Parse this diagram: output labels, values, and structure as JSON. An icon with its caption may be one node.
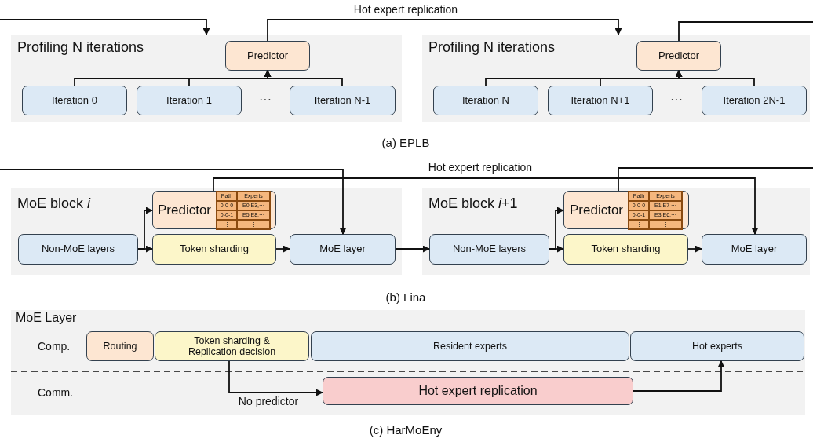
{
  "diagram": {
    "nodes": [
      {
        "text": [
          "Profiling N iterations"
        ]
      },
      {
        "text": [
          "Predictor"
        ],
        "in": 0
      },
      {
        "text": [
          "Iteration 0"
        ],
        "in": 0
      },
      {
        "text": [
          "Iteration 1"
        ],
        "in": 0
      },
      {
        "text": [
          "Iteration N-1"
        ],
        "in": 0
      },
      {
        "text": [
          "Profiling N iterations"
        ]
      },
      {
        "text": [
          "Predictor"
        ],
        "in": 5
      },
      {
        "text": [
          "Iteration N"
        ],
        "in": 5
      },
      {
        "text": [
          "Iteration N+1"
        ],
        "in": 5
      },
      {
        "text": [
          "Iteration 2N-1"
        ],
        "in": 5
      },
      {
        "text": [
          "MoE block *i*"
        ]
      },
      {
        "text": [
          "Predictor"
        ],
        "in": 10
      },
      {
        "text": [
          "Non-MoE layers"
        ],
        "in": 10
      },
      {
        "text": [
          "Token sharding"
        ],
        "in": 10
      },
      {
        "text": [
          "MoE layer"
        ],
        "in": 10
      },
      {
        "text": [
          "MoE block *i*+1"
        ]
      },
      {
        "text": [
          "Predictor"
        ],
        "in": 15
      },
      {
        "text": [
          "Non-MoE layers"
        ],
        "in": 15
      },
      {
        "text": [
          "Token sharding"
        ],
        "in": 15
      },
      {
        "text": [
          "MoE layer"
        ],
        "in": 15
      },
      {
        "text": [
          "MoE Layer"
        ]
      },
      {
        "text": [
          "Routing"
        ],
        "in": 20
      },
      {
        "text": [
          "Token sharding & Replication decision"
        ],
        "in": 20
      },
      {
        "text": [
          "Resident experts"
        ],
        "in": 20
      },
      {
        "text": [
          "Hot experts"
        ],
        "in": 20
      },
      {
        "text": [
          "Hot expert replication"
        ],
        "in": 20
      }
    ],
    "edges": [
      {
        "from": null,
        "to": 0,
        "arrow": "to"
      },
      {
        "from": 1,
        "to": 5,
        "arrow": "to",
        "label": "Hot expert replication"
      },
      {
        "from": 6,
        "to": null,
        "arrow": "none"
      },
      {
        "from": 2,
        "to": 1,
        "arrow": "to"
      },
      {
        "from": 3,
        "to": 1,
        "arrow": "to"
      },
      {
        "from": 4,
        "to": 1,
        "arrow": "to"
      },
      {
        "from": 7,
        "to": 6,
        "arrow": "to"
      },
      {
        "from": 8,
        "to": 6,
        "arrow": "to"
      },
      {
        "from": 9,
        "to": 6,
        "arrow": "to"
      },
      {
        "from": null,
        "to": 14,
        "arrow": "to"
      },
      {
        "from": 11,
        "to": 19,
        "arrow": "to",
        "label": "Hot expert replication"
      },
      {
        "from": 16,
        "to": null,
        "arrow": "none"
      },
      {
        "from": 12,
        "to": 11,
        "arrow": "to"
      },
      {
        "from": 12,
        "to": 13,
        "arrow": "to"
      },
      {
        "from": 13,
        "to": 14,
        "arrow": "to"
      },
      {
        "from": 14,
        "to": 17,
        "arrow": "to"
      },
      {
        "from": 17,
        "to": 16,
        "arrow": "to"
      },
      {
        "from": 17,
        "to": 18,
        "arrow": "to"
      },
      {
        "from": 18,
        "to": 19,
        "arrow": "to"
      },
      {
        "from": 22,
        "to": 25,
        "arrow": "to",
        "label": "No predictor"
      },
      {
        "from": 25,
        "to": 24,
        "arrow": "to"
      }
    ],
    "labels": [
      "···",
      "···",
      "(a) EPLB",
      "Path",
      "Experts",
      "0-0-0",
      "E0,E3,···",
      "0-0-1",
      "E5,E8,···",
      "⋮",
      "⋮",
      "Path",
      "Experts",
      "0-0-0",
      "E1,E7 ···",
      "0-0-1",
      "E3,E6,···",
      "⋮",
      "⋮",
      "(b) Lina",
      "Comp.",
      "Comm.",
      "(c) HarMoEny"
    ]
  }
}
